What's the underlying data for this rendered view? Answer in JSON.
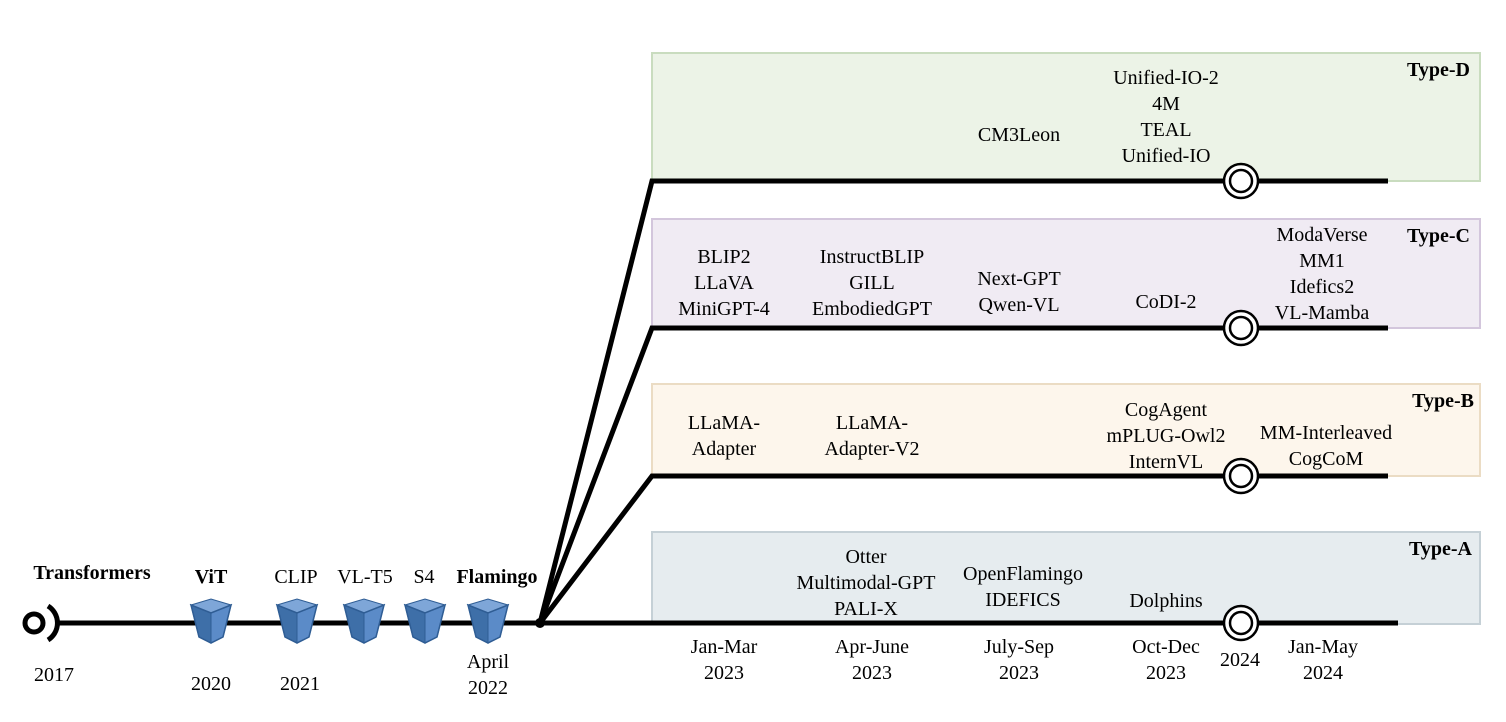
{
  "panels": [
    {
      "id": "type_d",
      "label": "Type-D",
      "fill": "#ecf3e7",
      "stroke": "#c9dcbf"
    },
    {
      "id": "type_c",
      "label": "Type-C",
      "fill": "#f0ebf3",
      "stroke": "#d3c6dc"
    },
    {
      "id": "type_b",
      "label": "Type-B",
      "fill": "#fdf6ec",
      "stroke": "#ebdcc4"
    },
    {
      "id": "type_a",
      "label": "Type-A",
      "fill": "#e6ecef",
      "stroke": "#c5d0d6"
    }
  ],
  "early": {
    "transformers": {
      "label": "Transformers",
      "year": "2017"
    },
    "vit": {
      "label": "ViT",
      "year": "2020"
    },
    "clip": {
      "label": "CLIP"
    },
    "vlt5": {
      "label": "VL-T5"
    },
    "s4": {
      "label": "S4"
    },
    "flamingo": {
      "label": "Flamingo"
    },
    "year_2021": "2021",
    "flamingo_date": [
      "April",
      "2022"
    ]
  },
  "type_d_models": {
    "col3": [
      "CM3Leon"
    ],
    "col4": [
      "Unified-IO-2",
      "4M",
      "TEAL",
      "Unified-IO"
    ]
  },
  "type_c_models": {
    "col1": [
      "BLIP2",
      "LLaVA",
      "MiniGPT-4"
    ],
    "col2": [
      "InstructBLIP",
      "GILL",
      "EmbodiedGPT"
    ],
    "col3": [
      "Next-GPT",
      "Qwen-VL"
    ],
    "col4": [
      "CoDI-2"
    ],
    "col5": [
      "ModaVerse",
      "MM1",
      "Idefics2",
      "VL-Mamba"
    ]
  },
  "type_b_models": {
    "col1": [
      "LLaMA-",
      "Adapter"
    ],
    "col2": [
      "LLaMA-",
      "Adapter-V2"
    ],
    "col4": [
      "CogAgent",
      "mPLUG-Owl2",
      "InternVL"
    ],
    "col5": [
      "MM-Interleaved",
      "CogCoM"
    ]
  },
  "type_a_models": {
    "col2": [
      "Otter",
      "Multimodal-GPT",
      "PALI-X"
    ],
    "col3": [
      "OpenFlamingo",
      "IDEFICS"
    ],
    "col4": [
      "Dolphins"
    ]
  },
  "timeline_dates": {
    "d1": [
      "Jan-Mar",
      "2023"
    ],
    "d2": [
      "Apr-June",
      "2023"
    ],
    "d3": [
      "July-Sep",
      "2023"
    ],
    "d4": [
      "Oct-Dec",
      "2023"
    ],
    "d5": "2024",
    "d6": [
      "Jan-May",
      "2024"
    ]
  },
  "colors": {
    "line": "#000000",
    "cube_top": "#7ea6d8",
    "cube_side": "#3e6fa8",
    "cube_front": "#4f81bd"
  }
}
